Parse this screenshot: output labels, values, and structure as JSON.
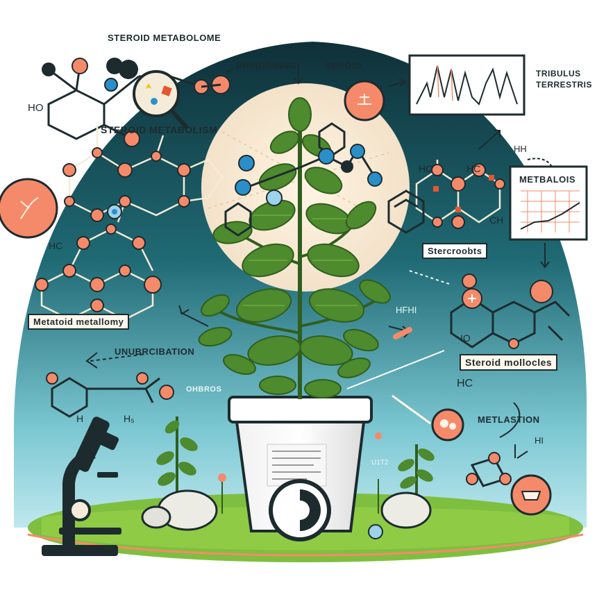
{
  "labels": {
    "steroid_metabolome": "STEROID METABOLOME",
    "steroid_metabolism": "STEROID METABOLISM",
    "inhibiting": "INHIBIGBING",
    "steroid": "SEROID",
    "tribulus_line1": "TRIBULUS",
    "tribulus_line2": "TERRESTRIS",
    "metabolism_panel": "METBALOIS",
    "metatoid_box": "Metatoid metallomy",
    "stereoadopts": "Stercroobts",
    "steroid_molecules": "Steroid mollocles",
    "unubreciation": "UNUBRCIBATION",
    "ohbros": "OHBROS",
    "methylation": "METLASTION",
    "fragment_hc1": "HC",
    "fragment_hc2": "HC",
    "fragment_hc3": "HC",
    "fragment_ho": "HO",
    "fragment_hi1": "HI",
    "fragment_hi2": "HI",
    "fragment_h": "H",
    "fragment_h2": "H",
    "fragment_hh": "HH",
    "fragment_ch": "CH",
    "fragment_hfhi": "HFHI",
    "fragment_io": "IO",
    "fragment_hs": "H₅",
    "fragment_small": "U1T2"
  },
  "colors": {
    "dark_teal": "#133c44",
    "teal": "#2a7a86",
    "sky": "#8fd3e0",
    "cream": "#fbeedd",
    "orange": "#f58a6a",
    "leaf": "#4e8a2e",
    "leaf_light": "#6fae3c",
    "grass": "#7fbf3f",
    "ink": "#1d2b2e"
  },
  "icons": [
    "microscope-icon",
    "plant-icon",
    "pot-icon",
    "molecule-icon",
    "chart-icon",
    "seedling-icon",
    "flask-icon"
  ]
}
